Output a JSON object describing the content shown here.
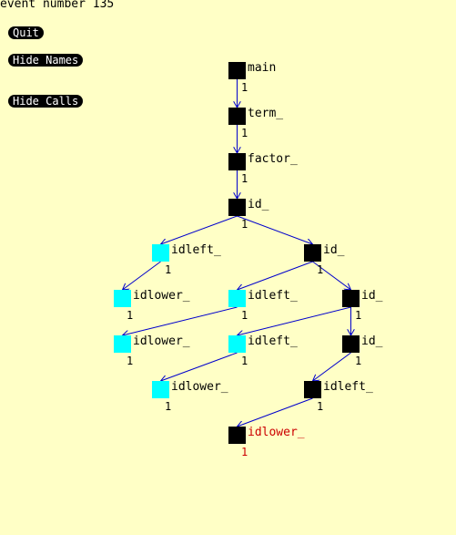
{
  "event_label": "event number 135",
  "buttons": {
    "quit": "Quit",
    "hide_names": "Hide Names",
    "hide_calls": "Hide Calls"
  },
  "colors": {
    "background": "#ffffc6",
    "edge": "#0000cc",
    "node_black": "#000000",
    "node_cyan": "#00ffff",
    "text": "#000000",
    "highlight_text": "#cc0000"
  },
  "nodes": [
    {
      "id": "n1",
      "name": "main",
      "count": "1",
      "color": "black"
    },
    {
      "id": "n2",
      "name": "term_",
      "count": "1",
      "color": "black"
    },
    {
      "id": "n3",
      "name": "factor_",
      "count": "1",
      "color": "black"
    },
    {
      "id": "n4",
      "name": "id_",
      "count": "1",
      "color": "black"
    },
    {
      "id": "n5",
      "name": "idleft_",
      "count": "1",
      "color": "cyan"
    },
    {
      "id": "n6",
      "name": "id_",
      "count": "1",
      "color": "black"
    },
    {
      "id": "n7",
      "name": "idlower_",
      "count": "1",
      "color": "cyan"
    },
    {
      "id": "n8",
      "name": "idleft_",
      "count": "1",
      "color": "cyan"
    },
    {
      "id": "n9",
      "name": "id_",
      "count": "1",
      "color": "black"
    },
    {
      "id": "n10",
      "name": "idlower_",
      "count": "1",
      "color": "cyan"
    },
    {
      "id": "n11",
      "name": "idleft_",
      "count": "1",
      "color": "cyan"
    },
    {
      "id": "n12",
      "name": "id_",
      "count": "1",
      "color": "black"
    },
    {
      "id": "n13",
      "name": "idlower_",
      "count": "1",
      "color": "cyan"
    },
    {
      "id": "n14",
      "name": "idleft_",
      "count": "1",
      "color": "black"
    },
    {
      "id": "n15",
      "name": "idlower_",
      "count": "1",
      "color": "black",
      "highlight": true
    }
  ],
  "edges": [
    [
      "n1",
      "n2"
    ],
    [
      "n2",
      "n3"
    ],
    [
      "n3",
      "n4"
    ],
    [
      "n4",
      "n5"
    ],
    [
      "n4",
      "n6"
    ],
    [
      "n5",
      "n7"
    ],
    [
      "n6",
      "n8"
    ],
    [
      "n6",
      "n9"
    ],
    [
      "n8",
      "n10"
    ],
    [
      "n9",
      "n11"
    ],
    [
      "n9",
      "n12"
    ],
    [
      "n11",
      "n13"
    ],
    [
      "n12",
      "n14"
    ],
    [
      "n14",
      "n15"
    ]
  ]
}
